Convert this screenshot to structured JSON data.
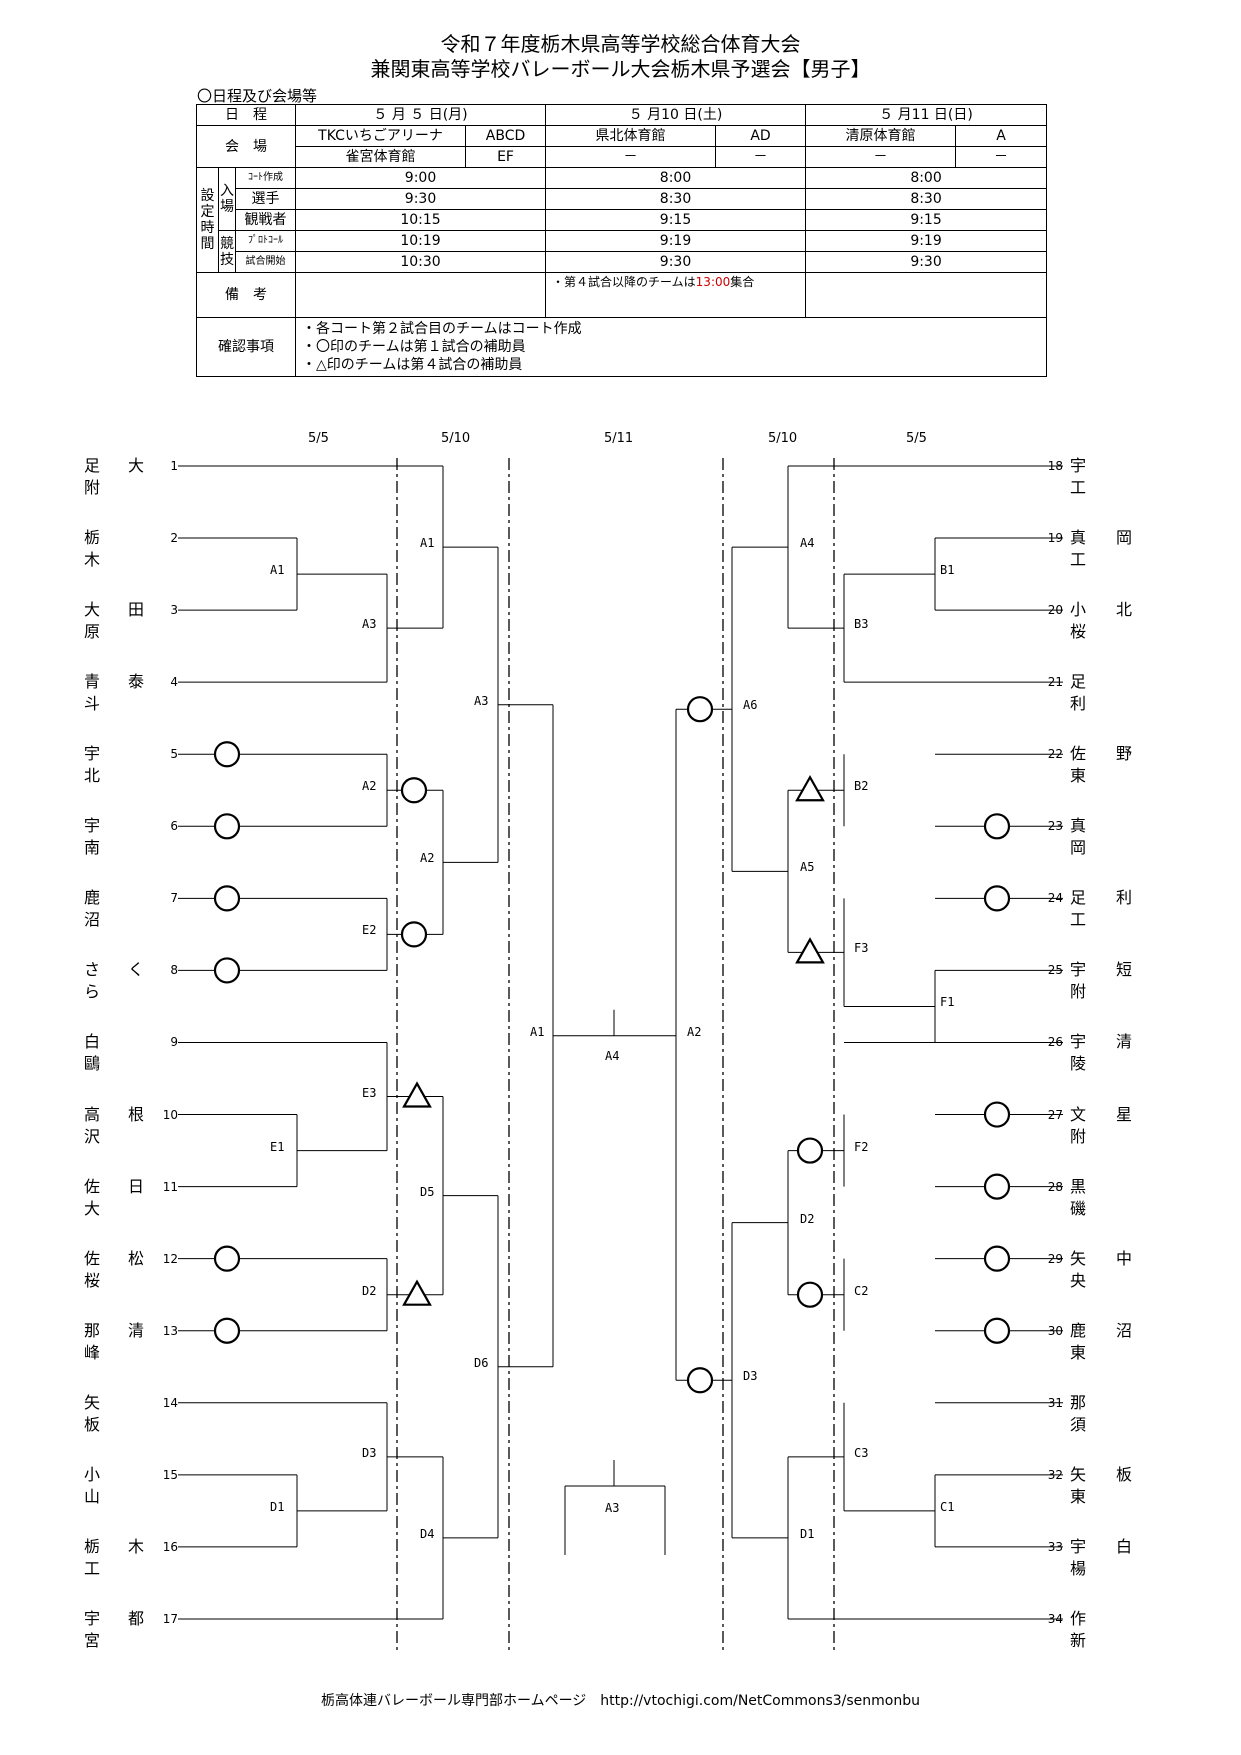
{
  "title_line1": "令和７年度栃木県高等学校総合体育大会",
  "title_line2": "兼関東高等学校バレーボール大会栃木県予選会【男子】",
  "schedule": {
    "heading": "〇日程及び会場等",
    "row_day": "日　程",
    "day1": "５ 月 ５ 日(月)",
    "day2": "５ 月10 日(土)",
    "day3": "５ 月11 日(日)",
    "row_venue": "会　場",
    "venue1a": "TKCいちごアリーナ",
    "court1a": "ABCD",
    "venue1b": "雀宮体育館",
    "court1b": "EF",
    "venue2": "県北体育館",
    "court2": "AD",
    "venue2b": "－",
    "court2b": "－",
    "venue3": "清原体育館",
    "court3": "A",
    "venue3b": "－",
    "court3b": "－",
    "group_label": "設定時間",
    "enter_label": "入場",
    "compete_label": "競技",
    "rows": [
      {
        "label": "ｺｰﾄ作成",
        "d1": "9:00",
        "d2": "8:00",
        "d3": "8:00"
      },
      {
        "label": "選手",
        "d1": "9:30",
        "d2": "8:30",
        "d3": "8:30"
      },
      {
        "label": "観戦者",
        "d1": "10:15",
        "d2": "9:15",
        "d3": "9:15"
      },
      {
        "label": "ﾌﾟﾛﾄｺｰﾙ",
        "d1": "10:19",
        "d2": "9:19",
        "d3": "9:19"
      },
      {
        "label": "試合開始",
        "d1": "10:30",
        "d2": "9:30",
        "d3": "9:30"
      }
    ],
    "remarks_label": "備　考",
    "remark_d2_a": "・第４試合以降のチームは",
    "remark_d2_time": "13:00",
    "remark_d2_b": "集合",
    "confirm_label": "確認事項",
    "confirm_notes": [
      "・各コート第２試合目のチームはコート作成",
      "・〇印のチームは第１試合の補助員",
      "・△印のチームは第４試合の補助員"
    ]
  },
  "dates": {
    "left_r1": "5/5",
    "left_r2": "5/10",
    "center": "5/11",
    "right_r2": "5/10",
    "right_r1": "5/5"
  },
  "teams": [
    {
      "no": "1",
      "name": "足大附"
    },
    {
      "no": "2",
      "name": "栃　木"
    },
    {
      "no": "3",
      "name": "大田原"
    },
    {
      "no": "4",
      "name": "青泰斗"
    },
    {
      "no": "5",
      "name": "宇　北"
    },
    {
      "no": "6",
      "name": "宇　南"
    },
    {
      "no": "7",
      "name": "鹿　沼"
    },
    {
      "no": "8",
      "name": "さくら"
    },
    {
      "no": "9",
      "name": "白　鷗"
    },
    {
      "no": "10",
      "name": "高根沢"
    },
    {
      "no": "11",
      "name": "佐日大"
    },
    {
      "no": "12",
      "name": "佐松桜"
    },
    {
      "no": "13",
      "name": "那清峰"
    },
    {
      "no": "14",
      "name": "矢　板"
    },
    {
      "no": "15",
      "name": "小　山"
    },
    {
      "no": "16",
      "name": "栃木工"
    },
    {
      "no": "17",
      "name": "宇都宮"
    },
    {
      "no": "18",
      "name": "宇　工"
    },
    {
      "no": "19",
      "name": "真岡工"
    },
    {
      "no": "20",
      "name": "小北桜"
    },
    {
      "no": "21",
      "name": "足　利"
    },
    {
      "no": "22",
      "name": "佐野東"
    },
    {
      "no": "23",
      "name": "真　岡"
    },
    {
      "no": "24",
      "name": "足利工"
    },
    {
      "no": "25",
      "name": "宇短附"
    },
    {
      "no": "26",
      "name": "宇清陵"
    },
    {
      "no": "27",
      "name": "文星附"
    },
    {
      "no": "28",
      "name": "黒　磯"
    },
    {
      "no": "29",
      "name": "矢中央"
    },
    {
      "no": "30",
      "name": "鹿沼東"
    },
    {
      "no": "31",
      "name": "那　須"
    },
    {
      "no": "32",
      "name": "矢板東"
    },
    {
      "no": "33",
      "name": "宇白楊"
    },
    {
      "no": "34",
      "name": "作　新"
    }
  ],
  "match_labels": [
    "A1",
    "A3",
    "A1",
    "A2",
    "A2",
    "E2",
    "A3",
    "E3",
    "E1",
    "D5",
    "D2",
    "D6",
    "D3",
    "D1",
    "D4",
    "A1",
    "A4",
    "A4",
    "B1",
    "B3",
    "A6",
    "B2",
    "A5",
    "F1",
    "F3",
    "A2",
    "F2",
    "D2",
    "C2",
    "D3",
    "C3",
    "C1",
    "D1",
    "A3"
  ],
  "footer": "栃高体連バレーボール専門部ホームページ　http://vtochigi.com/NetCommons3/senmonbu"
}
